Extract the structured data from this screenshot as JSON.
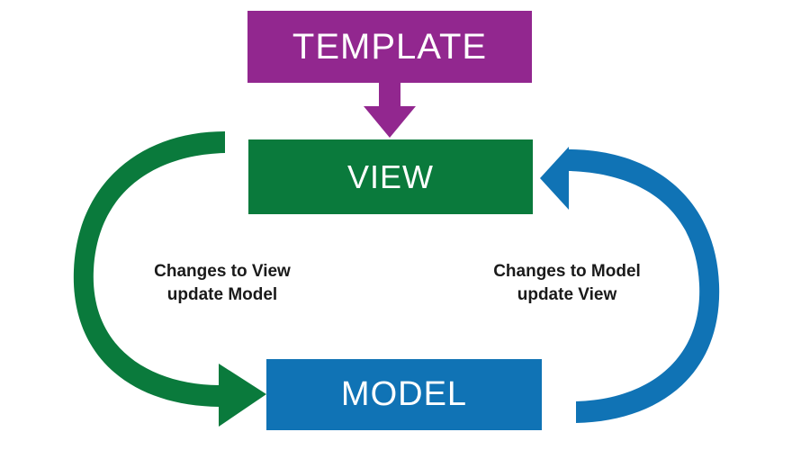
{
  "diagram": {
    "title": "MVT pattern diagram",
    "background_color": "#ffffff",
    "nodes": [
      {
        "id": "template",
        "label": "TEMPLATE",
        "color": "#92278F",
        "text_color": "#ffffff"
      },
      {
        "id": "view",
        "label": "VIEW",
        "color": "#0A7A3C",
        "text_color": "#ffffff"
      },
      {
        "id": "model",
        "label": "MODEL",
        "color": "#1073B5",
        "text_color": "#ffffff"
      }
    ],
    "edges": [
      {
        "id": "template-to-view",
        "from": "template",
        "to": "view",
        "label": "",
        "color": "#92278F",
        "shape": "straight-down-arrow"
      },
      {
        "id": "view-to-model",
        "from": "view",
        "to": "model",
        "label": "Changes to View\nupdate Model",
        "color": "#0A7A3C",
        "shape": "curved-left-clockwise"
      },
      {
        "id": "model-to-view",
        "from": "model",
        "to": "view",
        "label": "Changes to Model\nupdate View",
        "color": "#1073B5",
        "shape": "curved-right-clockwise"
      }
    ],
    "label_text_color": "#1a1a1a"
  }
}
